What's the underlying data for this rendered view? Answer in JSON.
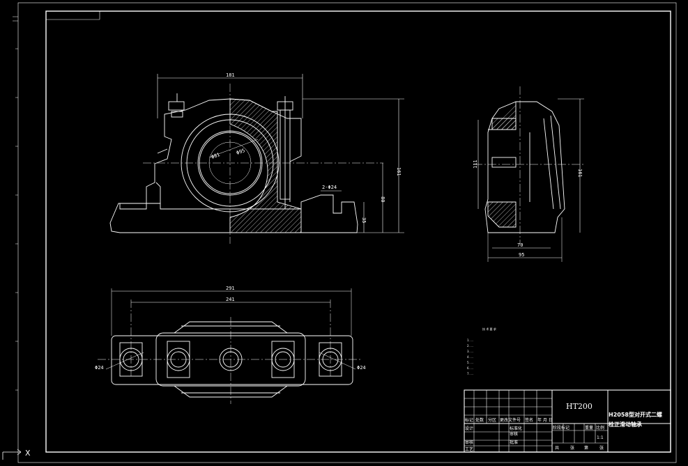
{
  "front_view": {
    "dim_width": "181",
    "dim_height": "161",
    "dim_center_height": "80",
    "dim_base": "35",
    "dim_bolt": "2-Φ24",
    "dim_bore_inner": "Φ81",
    "dim_bore_outer": "Φ95"
  },
  "side_view": {
    "dim_height_left": "111",
    "dim_height_right": "161",
    "dim_width_inner": "70",
    "dim_width_outer": "95"
  },
  "top_view": {
    "dim_outer": "291",
    "dim_inner": "241",
    "dim_hole_left": "Φ24",
    "dim_hole_right": "Φ24"
  },
  "notes": {
    "title": "技 术 要 求",
    "lines": [
      "1. ...",
      "2. ...",
      "3. ...",
      "4. ...",
      "5. ...",
      "6. ...",
      "7. ..."
    ]
  },
  "title_block": {
    "material": "HT200",
    "title_line1": "H2058型对开式二螺",
    "title_line2": "栓正滑动轴承",
    "scale": "1:1",
    "labels": {
      "mark": "标记",
      "count": "处数",
      "zone": "分区",
      "doc_no": "更改文件号",
      "sign": "签名",
      "date": "年 月 日",
      "design": "设计",
      "standardize": "标准化",
      "stage_mark": "阶段标记",
      "weight": "重量",
      "ratio": "比例",
      "review": "审核",
      "process": "工艺",
      "approve": "批准",
      "sheet_total": "共",
      "sheet": "张",
      "sheet_no": "第",
      "check": "审核"
    }
  },
  "ui": {
    "axis_label": "X"
  },
  "colors": {
    "background": "#000000",
    "line": "#ffffff"
  }
}
